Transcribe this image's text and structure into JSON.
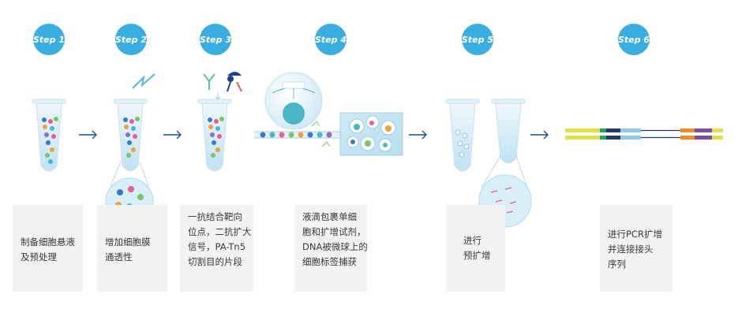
{
  "steps": [
    {
      "label": "Step 1",
      "lines": [
        "制备细胞悬液",
        "及预处理"
      ]
    },
    {
      "label": "Step 2",
      "lines": [
        "增加细胞膜",
        "通透性"
      ]
    },
    {
      "label": "Step 3",
      "lines": [
        "一抗结合靶向",
        "位点，二抗扩大",
        "信号，PA-Tn5",
        "切割目的片段"
      ]
    },
    {
      "label": "Step 4",
      "lines": [
        "液滴包裹单细",
        "胞和扩增试剂，",
        "DNA被微球上的",
        "细胞标签捕获"
      ]
    },
    {
      "label": "Step 5",
      "lines": [
        "进行",
        "预扩增"
      ]
    },
    {
      "label": "Step 6",
      "lines": [
        "进行PCR扩增",
        "并连接接头",
        "序列"
      ]
    }
  ],
  "colors": {
    "step_badge": "#3aaee0",
    "card_bg": "#f2f2f2",
    "arrow": "#1d4f8c",
    "tube_fill": "#cfe9f6",
    "bead": "#49b6c8",
    "bar_yellow": "#dfe04c",
    "bar_green": "#1fa85a",
    "bar_navy": "#24386e",
    "bar_blue": "#8ecbea",
    "bar_orange": "#f08a24",
    "bar_purple": "#7b4ea0"
  },
  "icons": [
    "tube-icon",
    "magnifier-circle-icon",
    "antibody-icon",
    "droplet-icon",
    "arrow-right-icon",
    "library-schematic-icon"
  ]
}
